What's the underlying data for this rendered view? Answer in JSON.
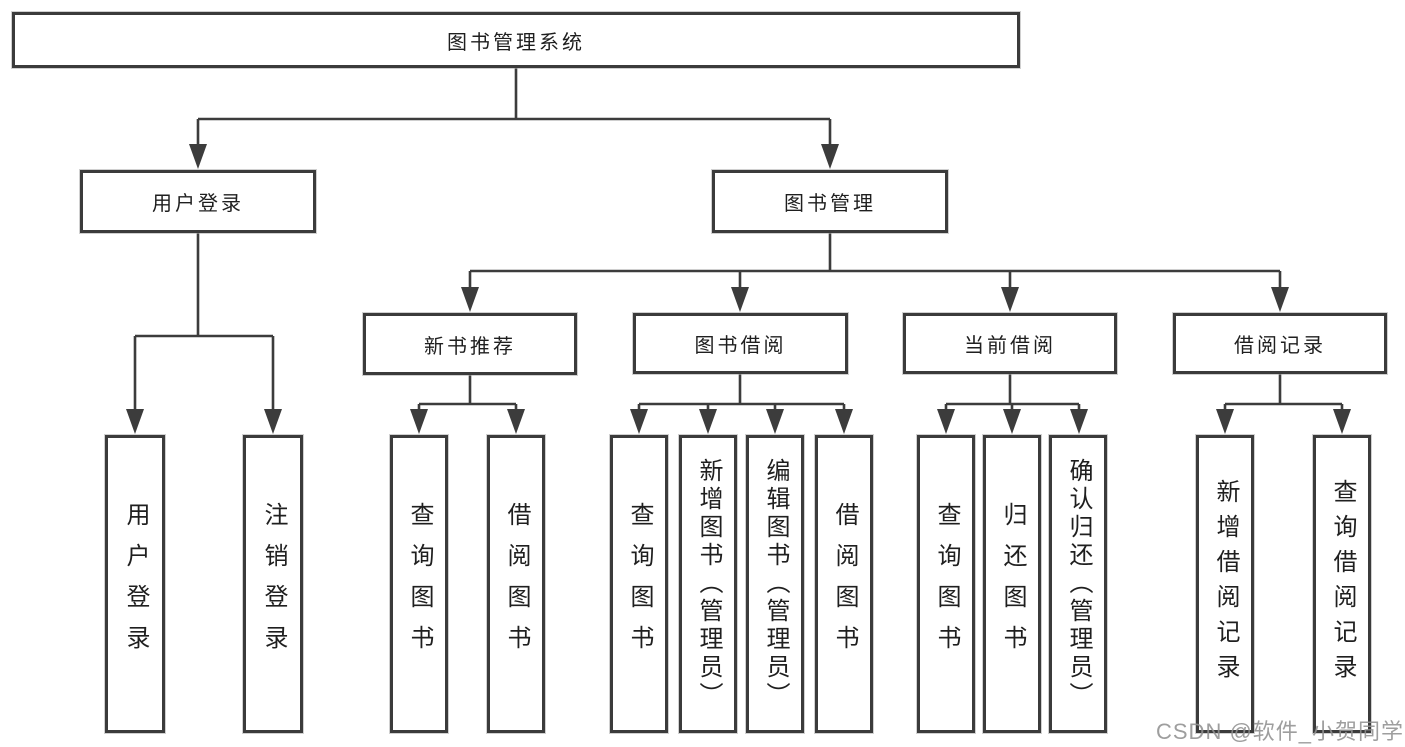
{
  "diagram": {
    "root": {
      "label": "图书管理系统"
    },
    "level2": [
      "用户登录",
      "图书管理"
    ],
    "level3": [
      "新书推荐",
      "图书借阅",
      "当前借阅",
      "借阅记录"
    ],
    "leaves": {
      "user_login": [
        "用户登录",
        "注销登录"
      ],
      "new_book": [
        "查询图书",
        "借阅图书"
      ],
      "book_borrow": [
        "查询图书",
        "新增图书（管理员）",
        "编辑图书（管理员）",
        "借阅图书"
      ],
      "current_borrow": [
        "查询图书",
        "归还图书",
        "确认归还（管理员）"
      ],
      "borrow_records": [
        "新增借阅记录",
        "查询借阅记录"
      ]
    },
    "watermark": "CSDN @软件_小贺同学",
    "colors": {
      "line": "#3c3c3c",
      "border": "#3b3b3b",
      "text": "#1f1f1f",
      "watermark": "#919191",
      "background": "#ffffff"
    }
  }
}
